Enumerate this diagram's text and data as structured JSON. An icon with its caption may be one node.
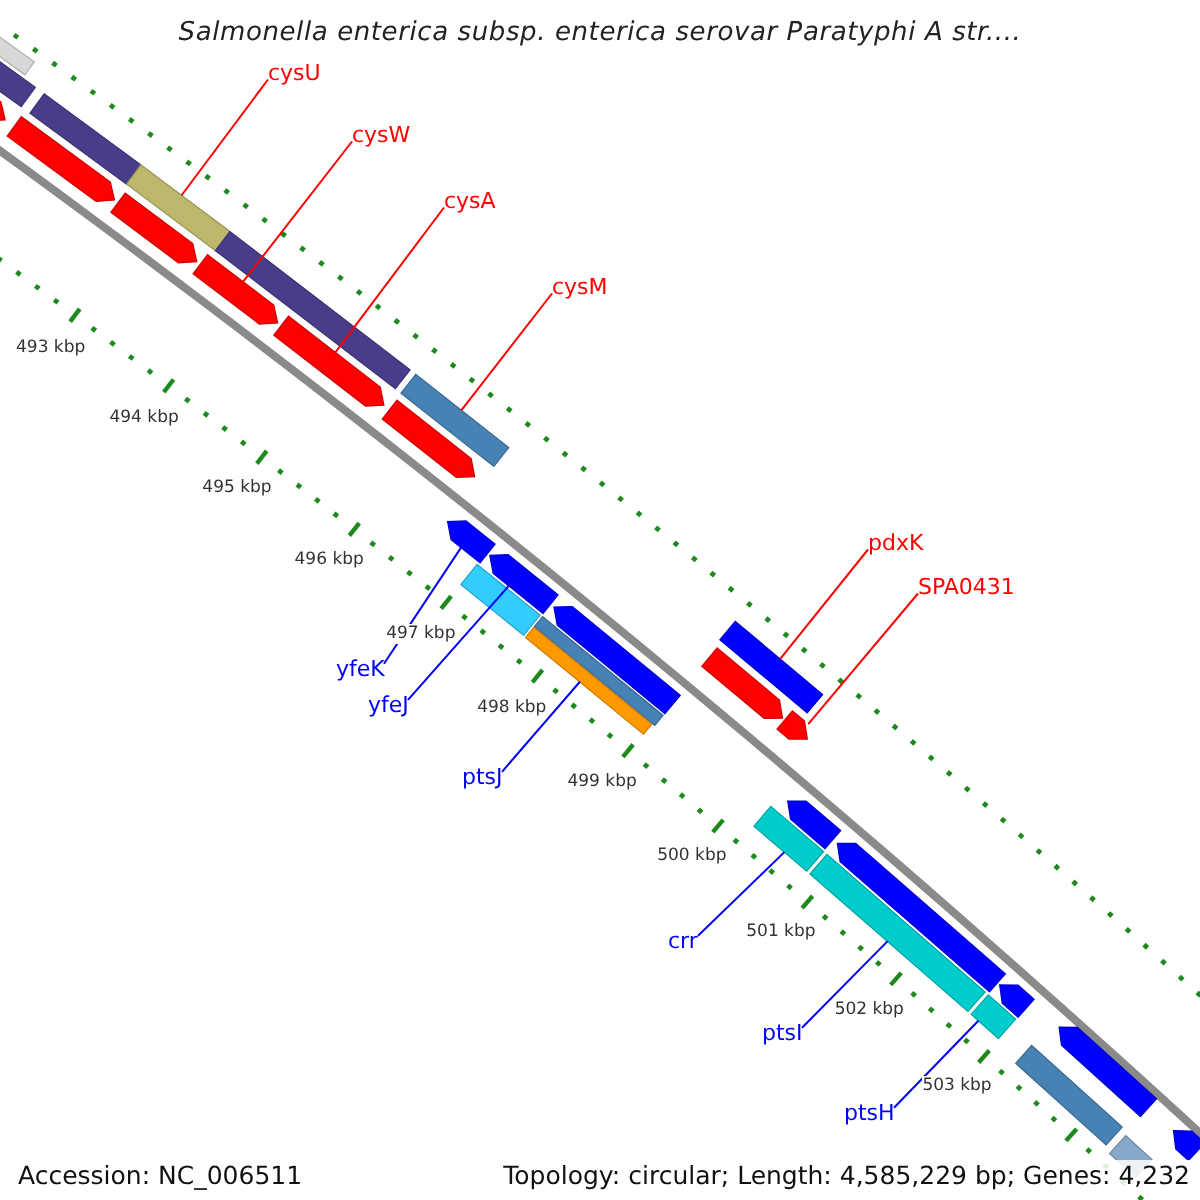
{
  "diagram": {
    "title": "Salmonella enterica subsp. enterica serovar Paratyphi A str....",
    "nodes": [
      {
        "text": [
          "cysU"
        ]
      },
      {
        "text": [
          "cysW"
        ]
      },
      {
        "text": [
          "cysA"
        ]
      },
      {
        "text": [
          "cysM"
        ]
      },
      {
        "text": [
          "pdxK"
        ]
      },
      {
        "text": [
          "SPA0431"
        ]
      },
      {
        "text": [
          "yfeK"
        ]
      },
      {
        "text": [
          "yfeJ"
        ]
      },
      {
        "text": [
          "ptsJ"
        ]
      },
      {
        "text": [
          "crr"
        ]
      },
      {
        "text": [
          "ptsI"
        ]
      },
      {
        "text": [
          "ptsH"
        ]
      },
      {
        "text": [],
        "shape": "bar"
      },
      {
        "text": [],
        "shape": "bar"
      },
      {
        "text": [],
        "shape": "arrow"
      },
      {
        "text": [],
        "shape": "arrow"
      },
      {
        "text": [],
        "shape": "bar"
      },
      {
        "text": [],
        "shape": "arrow"
      },
      {
        "text": [],
        "shape": "bar"
      },
      {
        "text": [],
        "shape": "arrow"
      },
      {
        "text": [],
        "shape": "bar"
      },
      {
        "text": [],
        "shape": "arrow"
      },
      {
        "text": [],
        "shape": "arrow"
      },
      {
        "text": [],
        "shape": "bar"
      },
      {
        "text": [],
        "shape": "arrow"
      },
      {
        "text": [],
        "shape": "bar"
      },
      {
        "text": [],
        "shape": "arrow"
      },
      {
        "text": [],
        "shape": "bar"
      },
      {
        "text": [],
        "shape": "bar"
      },
      {
        "text": [],
        "shape": "arrow"
      },
      {
        "text": [],
        "shape": "arrow"
      },
      {
        "text": [],
        "shape": "bar"
      },
      {
        "text": [],
        "shape": "bar"
      },
      {
        "text": [],
        "shape": "arrow"
      },
      {
        "text": [],
        "shape": "arrow"
      },
      {
        "text": [],
        "shape": "bar"
      },
      {
        "text": [],
        "shape": "arrow"
      },
      {
        "text": [],
        "shape": "bar"
      },
      {
        "text": [],
        "shape": "arrow"
      },
      {
        "text": [],
        "shape": "bar"
      },
      {
        "text": [],
        "shape": "arrow"
      },
      {
        "text": [],
        "shape": "bar"
      },
      {
        "text": [],
        "shape": "arrow"
      }
    ],
    "edges": [
      {
        "from": 0,
        "to": 18,
        "arrow": "none"
      },
      {
        "from": 1,
        "to": 19,
        "arrow": "none"
      },
      {
        "from": 2,
        "to": 21,
        "arrow": "none"
      },
      {
        "from": 3,
        "to": 23,
        "arrow": "none"
      },
      {
        "from": 4,
        "to": 31,
        "arrow": "none"
      },
      {
        "from": 5,
        "to": 33,
        "arrow": "none"
      },
      {
        "from": 6,
        "to": 24,
        "arrow": "none",
        "color": "#0000ff"
      },
      {
        "from": 7,
        "to": 26,
        "arrow": "none",
        "color": "#0000ff"
      },
      {
        "from": 8,
        "to": 28,
        "arrow": "none",
        "color": "#0000ff"
      },
      {
        "from": 9,
        "to": 32,
        "arrow": "none",
        "color": "#0000ff"
      },
      {
        "from": 10,
        "to": 35,
        "arrow": "none",
        "color": "#0000ff"
      },
      {
        "from": 11,
        "to": 37,
        "arrow": "none",
        "color": "#0000ff"
      }
    ],
    "labels": [
      "493 kbp",
      "494 kbp",
      "495 kbp",
      "496 kbp",
      "497 kbp",
      "498 kbp",
      "499 kbp",
      "500 kbp",
      "501 kbp",
      "502 kbp",
      "503 kbp",
      "Accession: NC_006511",
      "Topology: circular; Length: 4,585,229 bp; Genes: 4,232"
    ]
  }
}
